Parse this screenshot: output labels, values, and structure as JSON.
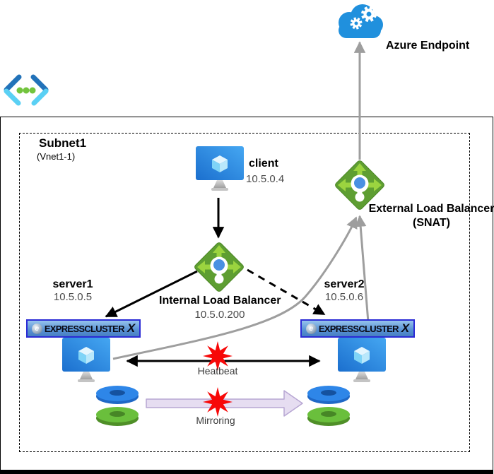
{
  "labels": {
    "azure_endpoint": "Azure Endpoint",
    "subnet_title": "Subnet1",
    "subnet_subtitle": "(Vnet1-1)",
    "client_name": "client",
    "client_ip": "10.5.0.4",
    "internal_lb_name": "Internal Load Balancer",
    "internal_lb_ip": "10.5.0.200",
    "external_lb_name": "External Load Balancer",
    "external_lb_qualifier": "(SNAT)",
    "server1_name": "server1",
    "server1_ip": "10.5.0.5",
    "server2_name": "server2",
    "server2_ip": "10.5.0.6",
    "heartbeat": "Heatbeat",
    "mirroring": "Mirroring"
  },
  "expresscluster": {
    "brand": "EXPRESSCLUSTER",
    "x": "X",
    "globe_glyph": "e"
  },
  "icons": {
    "top_left": "azure-virtual-network-icon",
    "cloud": "azure-endpoint-cloud-icon",
    "load_balancer": "azure-load-balancer-icon",
    "vm": "azure-virtual-machine-icon",
    "disks": "mirror-disk-stack-icon",
    "burst": "failure-starburst-icon"
  },
  "colors": {
    "azure_blue": "#2090dd",
    "vm_blue": "#2b8ae2",
    "lb_green": "#5e9e32",
    "lb_arrow_green": "#9bd43f",
    "lb_dot_blue": "#4a90e2",
    "vnet_dark_blue": "#2272b9",
    "vnet_cyan": "#5ad0f4",
    "vnet_dot_green": "#73c43d",
    "disk_blue": "#2e86e8",
    "disk_green": "#6abf3c",
    "starburst_red": "#f70808",
    "mirroring_fill": "#e6ddf1",
    "mirroring_stroke": "#b7a6d3",
    "gray_arrow": "#9e9e9e",
    "banner_border": "#2b2bd5"
  }
}
